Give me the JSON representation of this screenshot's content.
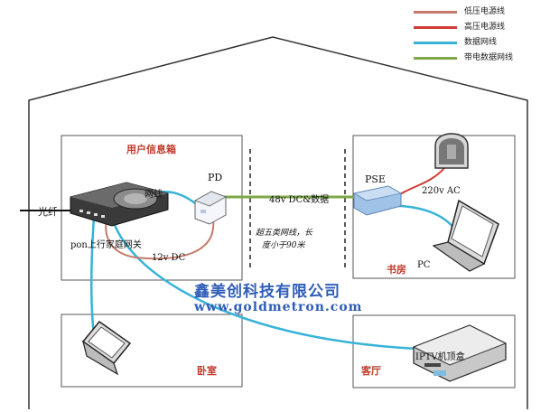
{
  "legend": [
    {
      "label": "低压电源线",
      "color": "#c47a6a"
    },
    {
      "label": "高压电源线",
      "color": "#d23b35"
    },
    {
      "label": "数据网线",
      "color": "#38b3d8"
    },
    {
      "label": "带电数据网线",
      "color": "#7fa84a"
    }
  ],
  "rooms": {
    "info_box": "用户信息箱",
    "study": "书房",
    "bedroom": "卧室",
    "living_room": "客厅"
  },
  "labels": {
    "fiber": "光纤",
    "network_cable": "网线",
    "pd": "PD",
    "gateway": "pon上行家庭网关",
    "dc12": "12v DC",
    "poe_line": "48v DC&数据",
    "cable_note_1": "超五类网线，长",
    "cable_note_2": "度小于90米",
    "pse": "PSE",
    "ac220": "220v AC",
    "pc": "PC",
    "iptv": "IPTV机顶盒"
  },
  "watermark": {
    "company": "鑫美创科技有限公司",
    "url": "www.goldmetron.com"
  }
}
